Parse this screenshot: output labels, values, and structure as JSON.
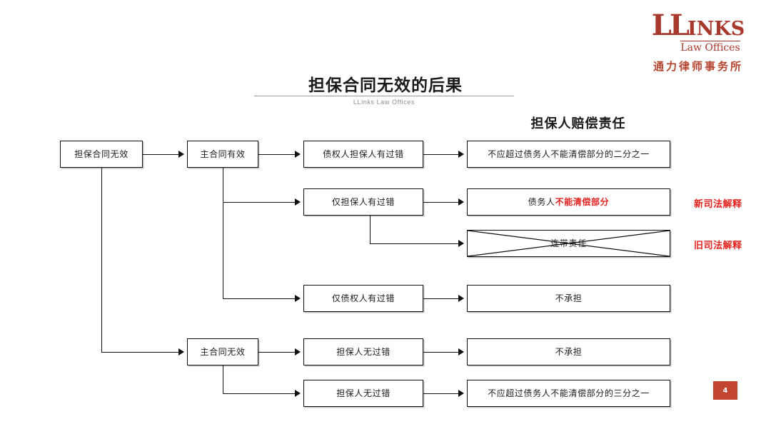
{
  "brand": {
    "logo_ll": "LL",
    "logo_inks": "INKS",
    "logo_tagline": "Law Offices",
    "logo_cn": "通力律师事务所",
    "accent_color": "#A8372C"
  },
  "slide": {
    "title": "担保合同无效的后果",
    "subtitle": "LLinks Law Offices",
    "column_header": "担保人赔偿责任",
    "page_number": "4",
    "page_badge_color": "#C1452F",
    "red_color": "#E4221F"
  },
  "nodes": {
    "root": "担保合同无效",
    "branch_valid": "主合同有效",
    "branch_invalid": "主合同无效",
    "fault_both": "债权人担保人有过错",
    "fault_guarantor": "仅担保人有过错",
    "fault_creditor": "仅债权人有过错",
    "no_fault_1": "担保人无过错",
    "no_fault_2": "担保人无过错"
  },
  "outcomes": {
    "half": "不应超过债务人不能清偿部分的二分之一",
    "unpayable_prefix": "债务人",
    "unpayable_emphasis": "不能清偿部分",
    "joint_liability": "连带责任",
    "none_1": "不承担",
    "none_2": "不承担",
    "third": "不应超过债务人不能清偿部分的三分之一"
  },
  "annotations": {
    "new_interpretation": "新司法解释",
    "old_interpretation": "旧司法解释"
  }
}
